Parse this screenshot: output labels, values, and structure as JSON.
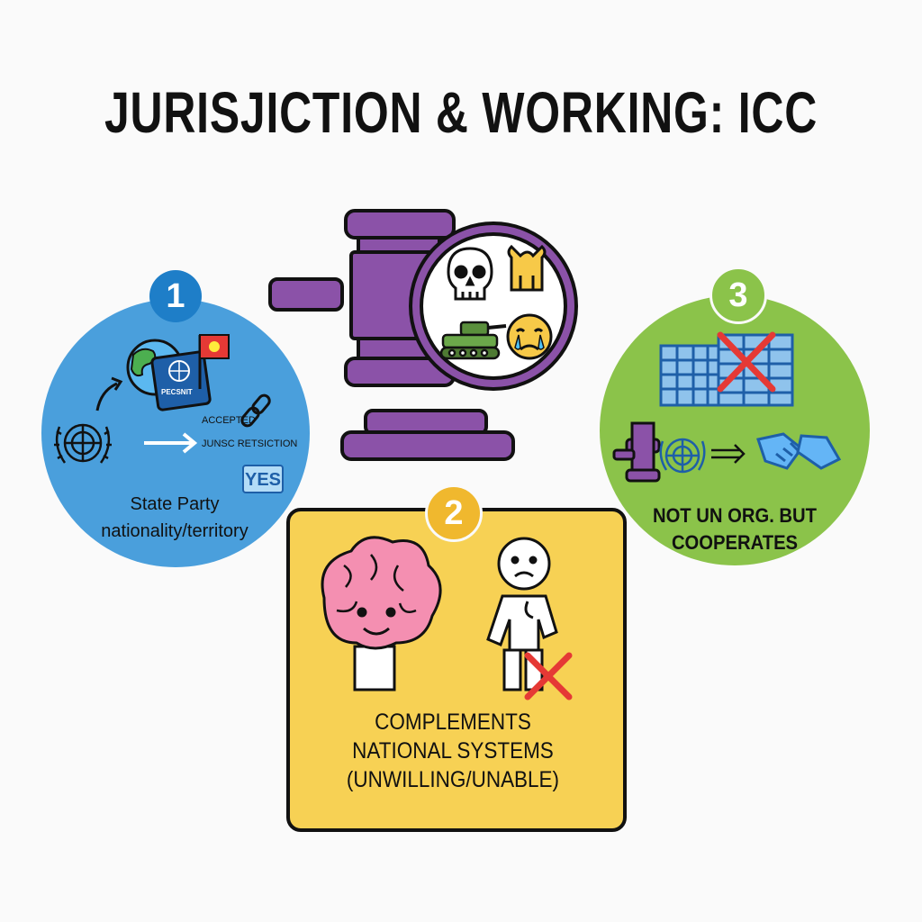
{
  "title": "JURISJICTION & WORKING: ICC",
  "panel1": {
    "number": "1",
    "passport_label": "PECSNIT",
    "accepted_label": "ACCEPTED",
    "junsc_label": "JUNSC RETSICTION",
    "yes_label": "YES",
    "caption_line1": "State Party",
    "caption_line2": "nationality/territory",
    "color": "#4a9fdc"
  },
  "panel2": {
    "number": "2",
    "caption_line1": "COMPLEMENTS",
    "caption_line2": "NATIONAL SYSTEMS",
    "caption_line3": "(UNWILLING/UNABLE)",
    "color": "#f7d154"
  },
  "panel3": {
    "number": "3",
    "caption_line1": "NOT UN ORG. BUT",
    "caption_line2": "COOPERATES",
    "color": "#8bc34a"
  },
  "center": {
    "icons": [
      "skull-icon",
      "broken-chain-icon",
      "tank-icon",
      "crying-face-icon"
    ],
    "gavel_color": "#8b52a8"
  }
}
